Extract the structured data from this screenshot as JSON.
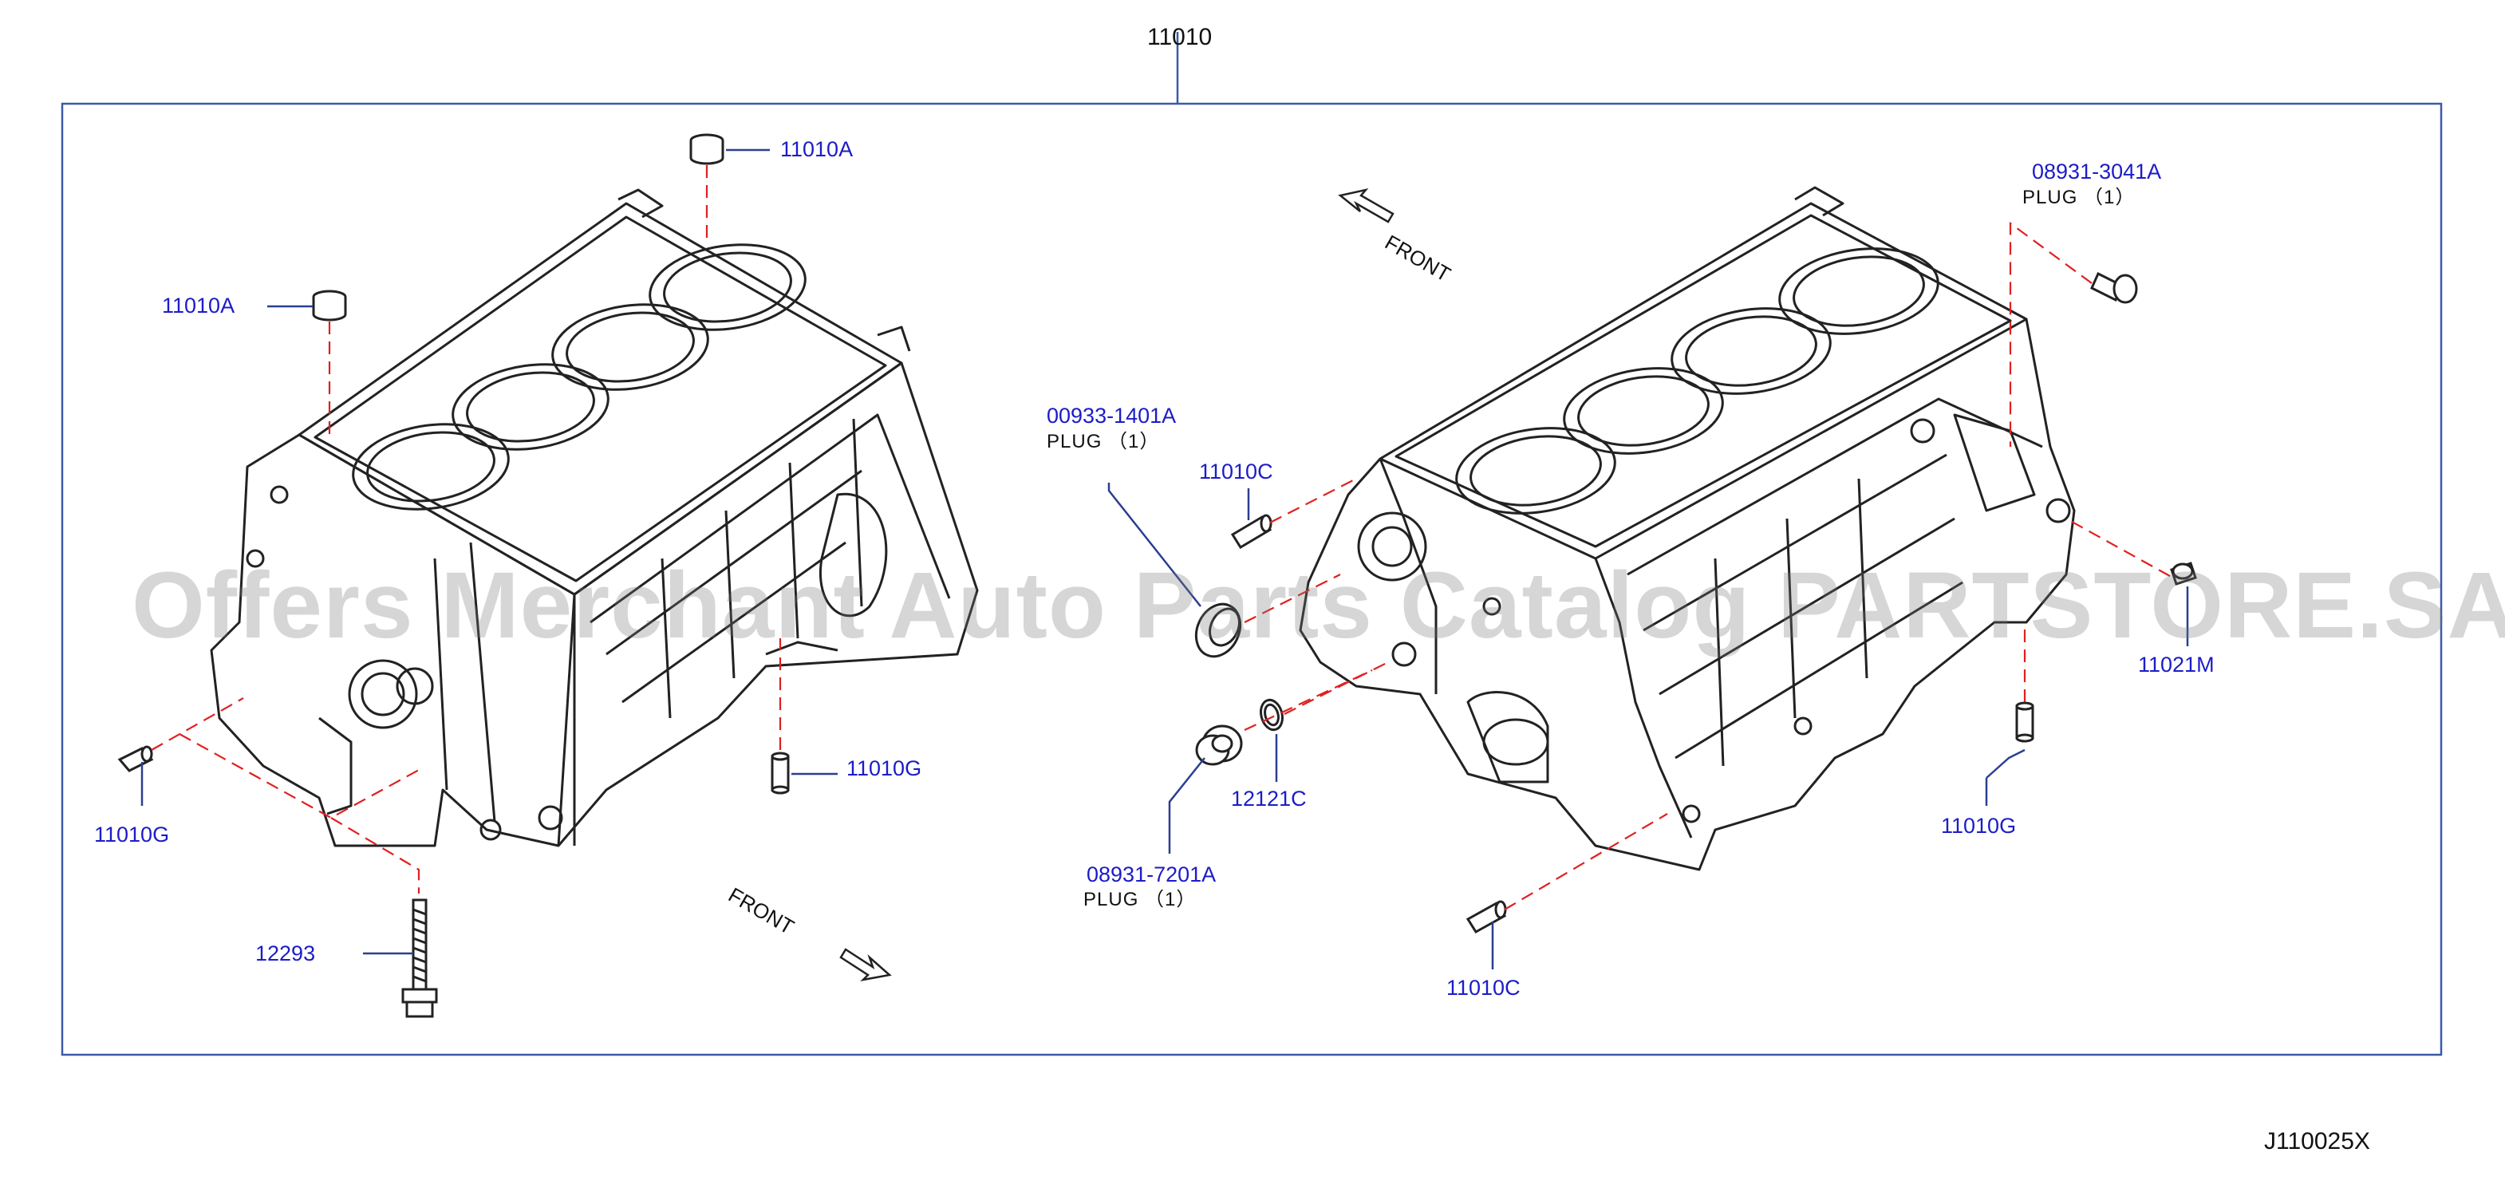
{
  "assembly_number": "11010",
  "diagram_code": "J110025X",
  "watermark": "Offers Merchant Auto Parts Catalog PARTSTORE.SA",
  "front_label": "FRONT",
  "colors": {
    "frame": "#3a5ba8",
    "label": "#1c1cc8",
    "leader_dash": "#e02020",
    "line_art": "#222222"
  },
  "parts": {
    "p11010A_top": "11010A",
    "p11010A_left": "11010A",
    "p11010G_mid": "11010G",
    "p11010G_left": "11010G",
    "p12293": "12293",
    "p00933": "00933-1401A",
    "p00933_desc": "PLUG （1）",
    "p11010C_top": "11010C",
    "p12121C": "12121C",
    "p08931_7201": "08931-7201A",
    "p08931_7201_desc": "PLUG （1）",
    "p11010C_bottom": "11010C",
    "p08931_3041": "08931-3041A",
    "p08931_3041_desc": "PLUG （1）",
    "p11021M": "11021M",
    "p11010G_right": "11010G"
  }
}
